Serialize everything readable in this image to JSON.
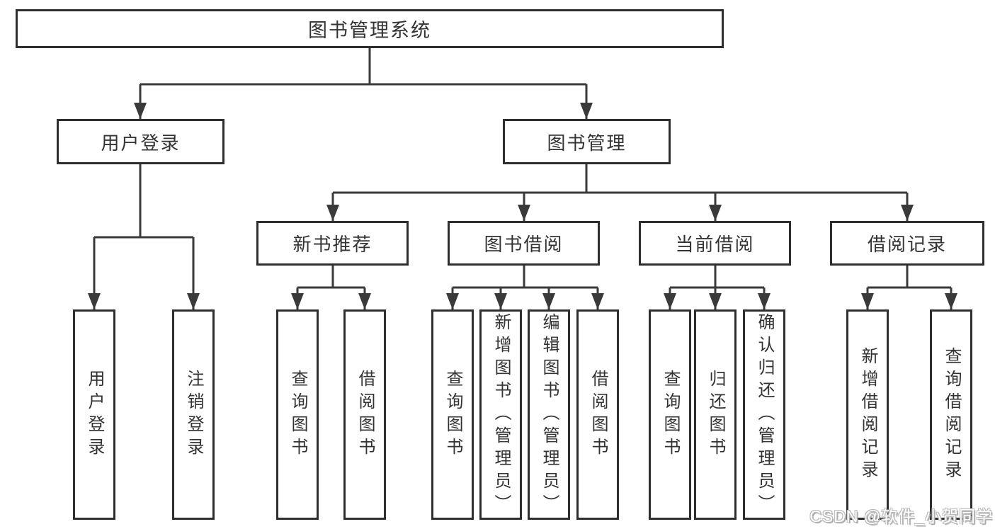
{
  "diagram": {
    "root": {
      "label": "图书管理系统",
      "children": [
        {
          "label": "用户登录",
          "children": [
            {
              "label": "用户登录"
            },
            {
              "label": "注销登录"
            }
          ]
        },
        {
          "label": "图书管理",
          "children": [
            {
              "label": "新书推荐",
              "children": [
                {
                  "label": "查询图书"
                },
                {
                  "label": "借阅图书"
                }
              ]
            },
            {
              "label": "图书借阅",
              "children": [
                {
                  "label": "查询图书"
                },
                {
                  "label": "新增图书（管理员）"
                },
                {
                  "label": "编辑图书（管理员）"
                },
                {
                  "label": "借阅图书"
                }
              ]
            },
            {
              "label": "当前借阅",
              "children": [
                {
                  "label": "查询图书"
                },
                {
                  "label": "归还图书"
                },
                {
                  "label": "确认归还（管理员）"
                }
              ]
            },
            {
              "label": "借阅记录",
              "children": [
                {
                  "label": "新增借阅记录"
                },
                {
                  "label": "查询借阅记录"
                }
              ]
            }
          ]
        }
      ]
    }
  },
  "watermark": {
    "text": "CSDN @软件_小贺同学"
  },
  "colors": {
    "line": "#3a3a3a",
    "box_border": "#2e2e2e",
    "text": "#333333",
    "background": "#ffffff",
    "watermark_text": "#ffffff",
    "watermark_outline": "#b9b9b9"
  }
}
